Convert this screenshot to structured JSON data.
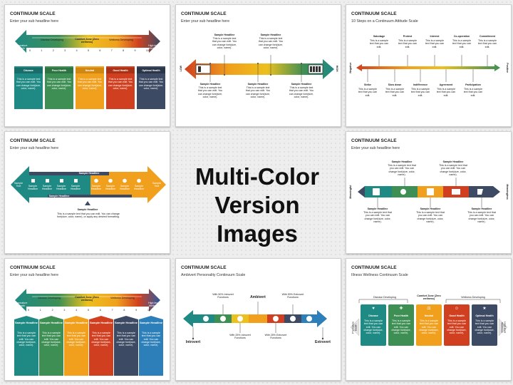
{
  "center": {
    "line1": "Multi-Color",
    "line2": "Version Images"
  },
  "slides": [
    {
      "title": "CONTINUUM SCALE",
      "subtitle": "Enter your sub headline here",
      "top_labels": [
        "Disease Developing",
        "Comfort Zone (Zero wellness)",
        "Wellness Developing"
      ],
      "left_end": "Premature Death",
      "right_end": "High level Wellness",
      "scale": [
        "0",
        "1",
        "2",
        "3",
        "4",
        "5",
        "6",
        "7",
        "8",
        "9",
        "10"
      ],
      "cards": [
        {
          "label": "Disease",
          "text": "This is a sample text that you can edit. You can change font(size, color, name)."
        },
        {
          "label": "Poor Health",
          "text": "This is a sample text that you can edit. You can change font(size, color, name)."
        },
        {
          "label": "Neutral",
          "text": "This is a sample text that you can edit. You can change font(size, color, name)."
        },
        {
          "label": "Good Health",
          "text": "This is a sample text that you can edit. You can change font(size, color, name)."
        },
        {
          "label": "Optimal Health",
          "text": "This is a sample text that you can edit. You can change font(size, color, name)."
        }
      ]
    },
    {
      "title": "CONTINUUM SCALE",
      "subtitle": "Enter your sub headline here",
      "low": "LOW",
      "high": "HIGH",
      "callouts_top": [
        {
          "head": "Sample Headline",
          "text": "This is a sample text that you can edit. You can change font(size, color, name)."
        },
        {
          "head": "Sample Headline",
          "text": "This is a sample text that you can edit. You can change font(size, color, name)."
        }
      ],
      "callouts_bottom": [
        {
          "head": "Sample Headline",
          "text": "This is a sample text that you can edit. You can change font(size, color, name)."
        },
        {
          "head": "Sample Headline",
          "text": "This is a sample text that you can edit. You can change font(size, color, name)."
        },
        {
          "head": "Sample Headline",
          "text": "This is a sample text that you can edit. You can change font(size, color, name)."
        }
      ]
    },
    {
      "title": "CONTINUUM SCALE",
      "subtitle": "10 Steps on a Continuum Attitude Scale",
      "negative": "Negative",
      "positive": "Positive",
      "top_steps": [
        {
          "head": "Sabotage",
          "text": "This is a sample text that you can edit."
        },
        {
          "head": "Protest",
          "text": "This is a sample text that you can edit."
        },
        {
          "head": "Interest",
          "text": "This is a sample text that you can edit."
        },
        {
          "head": "Co-operation",
          "text": "This is a sample text that you can edit."
        },
        {
          "head": "Commitment",
          "text": "This is a sample text that you can edit."
        }
      ],
      "bottom_steps": [
        {
          "head": "Strike",
          "text": "This is a sample text that you can edit."
        },
        {
          "head": "Slow down",
          "text": "This is a sample text that you can edit."
        },
        {
          "head": "Indifference",
          "text": "This is a sample text that you can edit."
        },
        {
          "head": "Agreement",
          "text": "This is a sample text that you can edit."
        },
        {
          "head": "Participation",
          "text": "This is a sample text that you can edit."
        }
      ]
    },
    {
      "title": "CONTINUUM SCALE",
      "subtitle": "Enter your sub headline here",
      "upper_label": "Sample Headline",
      "lower_label": "Sample Headline",
      "left_end": "Sample Text",
      "right_end": "Sample Text",
      "items": [
        "Sample Headline",
        "Sample Headline",
        "Sample Headline",
        "Sample Headline",
        "Sample Headline",
        "Sample Headline",
        "Sample Headline",
        "Sample Headline"
      ],
      "bottom_head": "Sample Headline",
      "bottom_text": "This is a sample text that you can edit. You can change font(size, color, name), or apply any desired formatting."
    },
    {
      "title": "CONTINUUM SCALE",
      "subtitle": "Enter your sub headline here",
      "left_label": "Meaningful",
      "right_label": "Meaningless",
      "callouts_top": [
        {
          "head": "Sample Headline",
          "text": "This is a sample text that you can edit. You can change font(size, color, name)."
        },
        {
          "head": "Sample Headline",
          "text": "This is a sample text that you can edit. You can change font(size, color, name)."
        }
      ],
      "callouts_bottom": [
        {
          "head": "Sample Headline",
          "text": "This is a sample text that you can edit. You can change font(size, color, name)."
        },
        {
          "head": "Sample Headline",
          "text": "This is a sample text that you can edit. You can change font(size, color, name)."
        },
        {
          "head": "Sample Headline",
          "text": "This is a sample text that you can edit. You can change font(size, color, name)."
        }
      ]
    },
    {
      "title": "CONTINUUM SCALE",
      "subtitle": "Enter your sub headline here",
      "top_labels": [
        "Disease Developing",
        "Comfort Zone (Zero wellness)",
        "Wellness Developing"
      ],
      "left_end": "Premature Death",
      "right_end": "High level Wellness",
      "scale": [
        "0",
        "1",
        "2",
        "3",
        "4",
        "5",
        "6",
        "7",
        "8",
        "9",
        "10"
      ],
      "columns": [
        {
          "head": "Sample Headline",
          "text": "This is a sample text that you can edit. You can change font(size, color, name)."
        },
        {
          "head": "Sample Headline",
          "text": "This is a sample text that you can edit. You can change font(size, color, name)."
        },
        {
          "head": "Sample Headline",
          "text": "This is a sample text that you can edit. You can change font(size, color, name)."
        },
        {
          "head": "Sample Headline",
          "text": "This is a sample text that you can edit. You can change font(size, color, name)."
        },
        {
          "head": "Sample Headline",
          "text": "This is a sample text that you can edit. You can change font(size, color, name)."
        },
        {
          "head": "Sample Headline",
          "text": "This is a sample text that you can edit. You can change font(size, color, name)."
        }
      ]
    },
    {
      "title": "CONTINUUM SCALE",
      "subtitle": "Ambivert Personality Continuum Scale",
      "center_head": "Ambivert",
      "top_notes": [
        "With 50% Introvert Functions",
        "With 50% Extrovert Functions"
      ],
      "bottom_notes": [
        "With 25% Introvert Functions",
        "With 25% Extrovert Functions"
      ],
      "left_end": "Introvert",
      "right_end": "Extrovert"
    },
    {
      "title": "CONTINUUM SCALE",
      "subtitle": "Illness Wellness Continuum Scale",
      "top_labels": [
        "Disease Developing",
        "Comfort Zone (Zero wellness)",
        "Wellness Developing"
      ],
      "left_end": "Premature Death",
      "right_end": "High level Wellness",
      "cards": [
        {
          "label": "Disease",
          "text": "This is a sample text that you can edit. You can change font(size, color, name)."
        },
        {
          "label": "Poor Health",
          "text": "This is a sample text that you can edit. You can change font(size, color, name)."
        },
        {
          "label": "Neutral",
          "text": "This is a sample text that you can edit. You can change font(size, color, name)."
        },
        {
          "label": "Good Health",
          "text": "This is a sample text that you can edit. You can change font(size, color, name)."
        },
        {
          "label": "Optimal Health",
          "text": "This is a sample text that you can edit. You can change font(size, color, name)."
        }
      ]
    }
  ],
  "colors": {
    "green": "#3d8f54",
    "teal": "#1f8a84",
    "orange": "#f0a01d",
    "red": "#d04020",
    "navy": "#3d4a63",
    "yellow": "#ecc01f",
    "blue": "#2c7fb8"
  }
}
